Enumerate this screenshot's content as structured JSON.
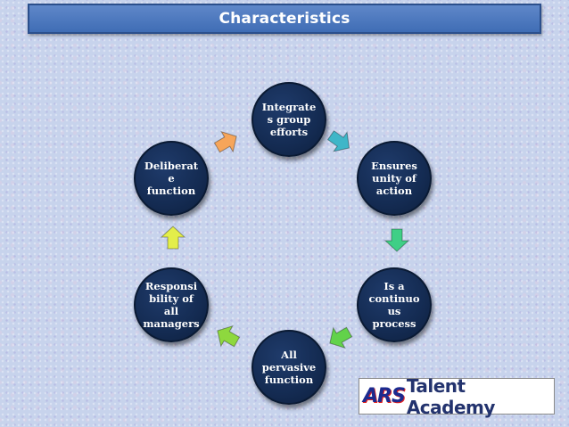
{
  "title": "Characteristics",
  "nodes": [
    {
      "label": "Integrate\ns group\nefforts"
    },
    {
      "label": "Ensures\nunity of\naction"
    },
    {
      "label": "Is a\ncontinuo\nus\nprocess"
    },
    {
      "label": "All\npervasive\nfunction"
    },
    {
      "label": "Responsi\nbility of\nall\nmanagers"
    },
    {
      "label": "Deliberat\ne\nfunction"
    }
  ],
  "arrows": [
    {
      "color": "#3fb6c8"
    },
    {
      "color": "#3fcf86"
    },
    {
      "color": "#62d24a"
    },
    {
      "color": "#8ed83e"
    },
    {
      "color": "#e3ee4a"
    },
    {
      "color": "#f6a55a"
    }
  ],
  "logo": {
    "mark": "ARS",
    "name": "Talent Academy"
  }
}
